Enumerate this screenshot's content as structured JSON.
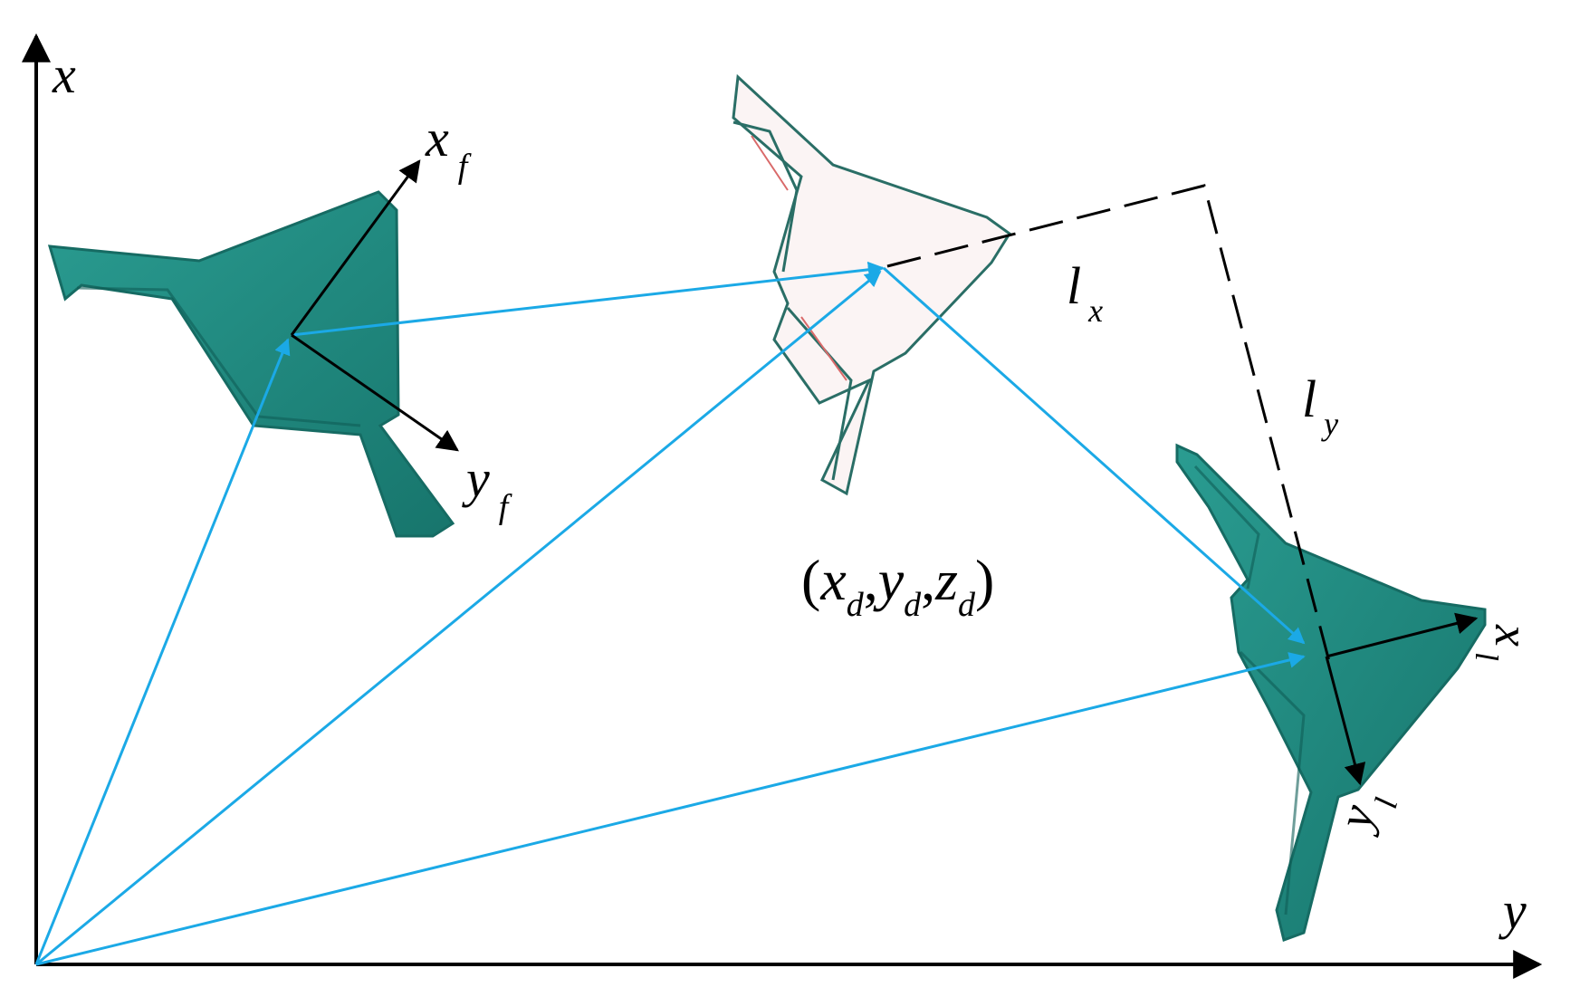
{
  "axes": {
    "x_label": "x",
    "y_label": "y"
  },
  "follower": {
    "x_base": "x",
    "x_sub": "f",
    "y_base": "y",
    "y_sub": "f"
  },
  "desired": {
    "open": "(",
    "x": "x",
    "x_sub": "d",
    "sep1": ",",
    "y": "y",
    "y_sub": "d",
    "sep2": ",",
    "z": "z",
    "z_sub": "d",
    "close": ")"
  },
  "offsets": {
    "lx_base": "l",
    "lx_sub": "x",
    "ly_base": "l",
    "ly_sub": "y"
  },
  "leader": {
    "x_base": "x",
    "x_sub": "l",
    "y_base": "y",
    "y_sub": "l"
  },
  "colors": {
    "uav": "#1f8a80",
    "uav_dark": "#166b63",
    "ghost_fill": "#fbf4f4",
    "ghost_edge": "#2a6e66",
    "ghost_accent": "#d96a6a",
    "vector": "#1ba9e6",
    "axis": "#000000"
  },
  "icons": [
    "uav-follower-icon",
    "uav-ghost-icon",
    "uav-leader-icon"
  ]
}
